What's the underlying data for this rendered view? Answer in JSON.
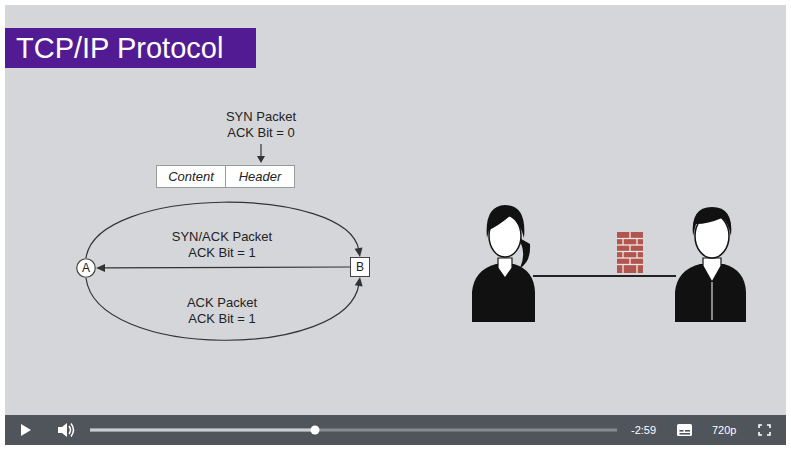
{
  "diagram": {
    "title": "TCP/IP Protocol",
    "nodes": [
      {
        "text": [
          "Content"
        ]
      },
      {
        "text": [
          "Header"
        ]
      },
      {
        "text": [
          "A"
        ]
      },
      {
        "text": [
          "B"
        ]
      }
    ],
    "edges": [
      {
        "from": 2,
        "to": 3,
        "arrow": "to"
      },
      {
        "from": 3,
        "to": 2,
        "label": "SYN/ACK Packet ACK Bit = 1",
        "arrow": "to"
      },
      {
        "from": 2,
        "to": 3,
        "label": "ACK Packet ACK Bit = 1",
        "arrow": "to"
      }
    ],
    "labels": [
      "SYN Packet ACK Bit = 0",
      "-2:59",
      "720p"
    ]
  }
}
